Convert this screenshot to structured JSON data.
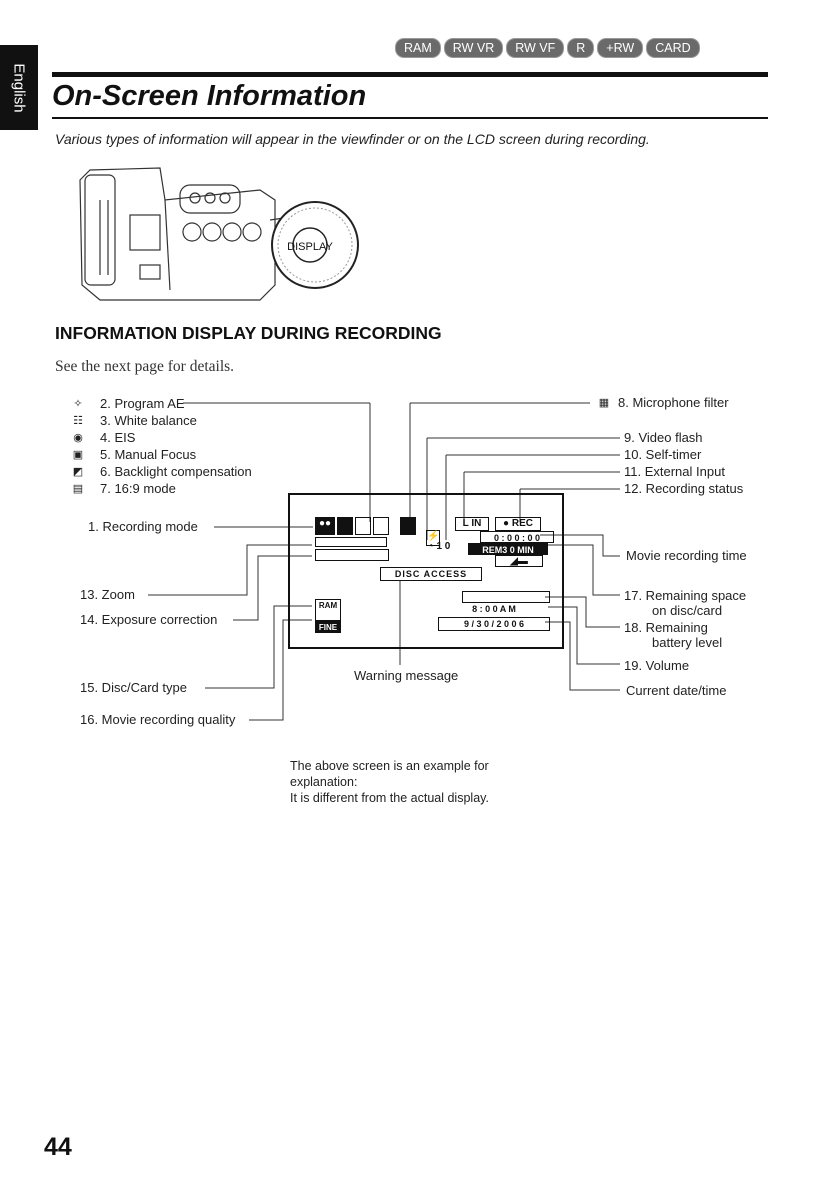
{
  "side_tab": "English",
  "media_badges": [
    "RAM",
    "RW VR",
    "RW VF",
    "R",
    "+RW",
    "CARD"
  ],
  "title": "On-Screen Information",
  "intro": "Various types of information will appear in the viewfinder or on the LCD screen during recording.",
  "camera_button_label": "DISPLAY",
  "section_heading": "INFORMATION DISPLAY DURING RECORDING",
  "see_next": "See the next page for details.",
  "left_labels": [
    {
      "text": "2. Program AE",
      "icon": "program-ae-icon"
    },
    {
      "text": "3. White balance",
      "icon": "white-balance-icon"
    },
    {
      "text": "4. EIS",
      "icon": "eis-icon"
    },
    {
      "text": "5. Manual Focus",
      "icon": "manual-focus-icon"
    },
    {
      "text": "6. Backlight compensation",
      "icon": "backlight-icon"
    },
    {
      "text": "7. 16:9 mode",
      "icon": "wide-mode-icon"
    }
  ],
  "left_lower_labels": [
    "1. Recording mode",
    "13. Zoom",
    "14. Exposure correction",
    "15. Disc/Card type",
    "16. Movie recording quality"
  ],
  "right_labels": [
    "8. Microphone filter",
    "9. Video flash",
    "10. Self-timer",
    "11. External Input",
    "12. Recording status"
  ],
  "right_lower_labels": [
    "Movie recording time",
    "17. Remaining space",
    "on disc/card",
    "18. Remaining",
    "battery level",
    "19. Volume",
    "Current date/time"
  ],
  "warning_label": "Warning message",
  "screen": {
    "lin": "L IN",
    "rec": "● REC",
    "counter": "0 : 0 0 : 0 0",
    "self_timer": "1 0",
    "remaining": "REM3 0 MIN",
    "disc_access": "DISC ACCESS",
    "time": "8 : 0 0 A M",
    "date": "9 / 3 0 / 2 0 0 6",
    "quality": "FINE",
    "disc_type": "RAM"
  },
  "note_lines": [
    "The above screen is an example for",
    "explanation:",
    "It is different from the actual display."
  ],
  "page_number": "44"
}
